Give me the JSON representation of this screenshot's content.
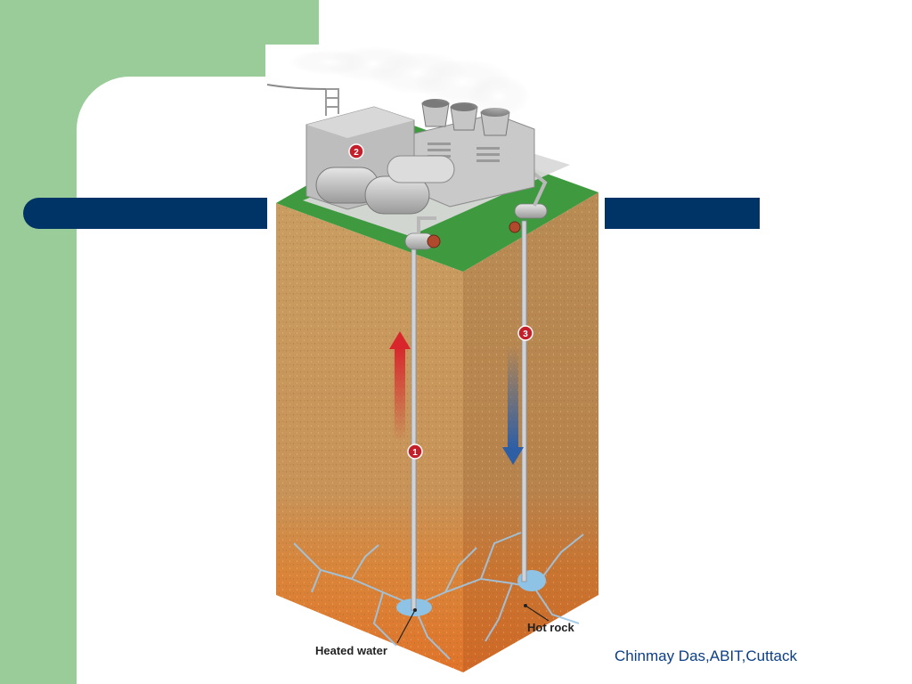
{
  "diagram": {
    "labels": {
      "heated_water": "Heated water",
      "hot_rock": "Hot rock"
    },
    "markers": {
      "m1": "1",
      "m2": "2",
      "m3": "3"
    }
  },
  "footer": {
    "credit": "Chinmay Das,ABIT,Cuttack"
  },
  "colors": {
    "background_green": "#99cc99",
    "bar_navy": "#003366",
    "soil_brown": "#c79a5c",
    "hot_rock_orange": "#e07a2a",
    "grass_green": "#3f9a3f",
    "hot_flow_red": "#d8262c",
    "cold_flow_blue": "#2e5fa5",
    "water_blue": "#8fc3e6",
    "marker_red": "#c41e2a",
    "footer_text": "#0b3e86"
  }
}
